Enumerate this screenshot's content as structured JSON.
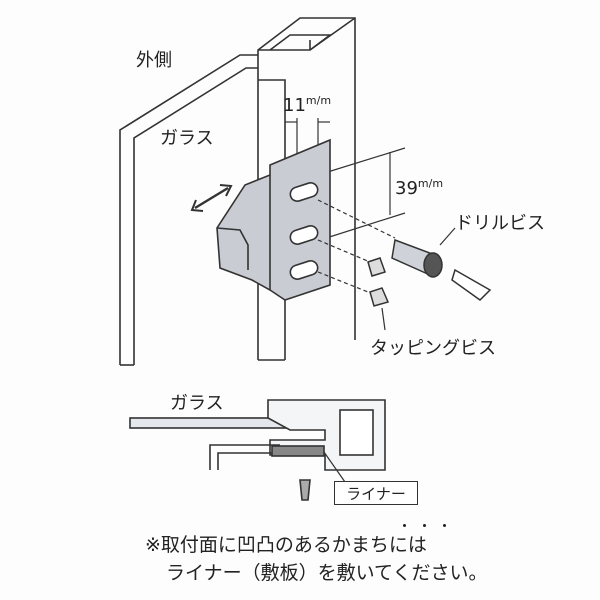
{
  "labels": {
    "outside": "外側",
    "glass_top": "ガラス",
    "width_value": "11",
    "height_value": "39",
    "unit": "m/m",
    "drill_screw": "ドリルビス",
    "tapping_screw": "タッピングビス",
    "glass_section": "ガラス",
    "liner": "ライナー"
  },
  "note": {
    "line1": "※取付面に凹凸のあるかまちには",
    "line2": "ライナー（敷板）を敷いてください。"
  },
  "colors": {
    "bracket": "#c9ccd3",
    "line": "#333333",
    "glass": "#e4e8ec"
  }
}
